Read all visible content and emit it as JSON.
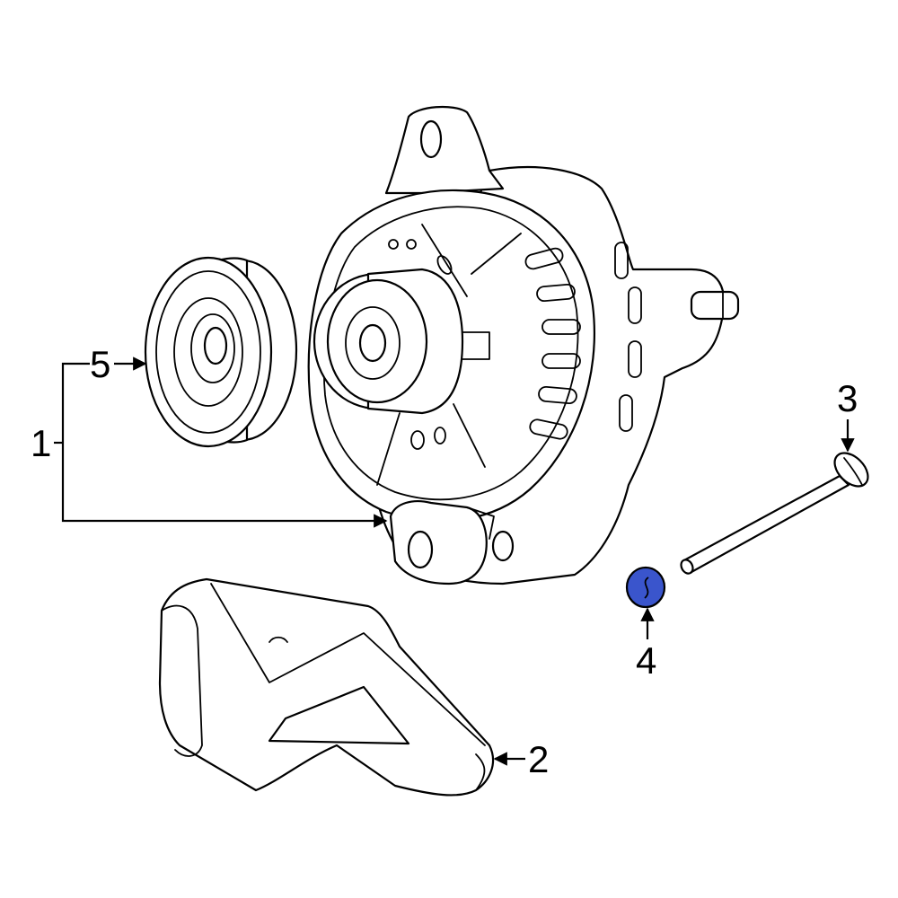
{
  "callouts": {
    "c1": "1",
    "c2": "2",
    "c3": "3",
    "c4": "4",
    "c5": "5"
  },
  "colors": {
    "line": "#000000",
    "background": "#ffffff",
    "highlight": "#3a55cc"
  },
  "highlighted_part": "4"
}
